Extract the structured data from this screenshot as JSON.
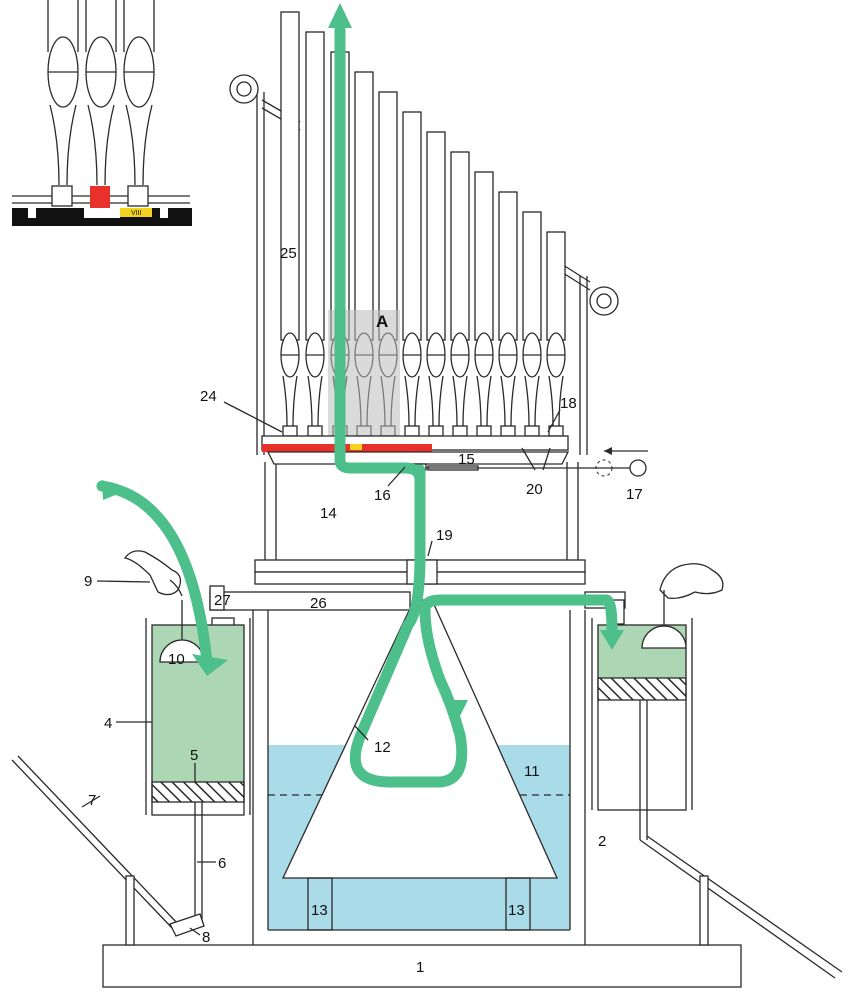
{
  "colors": {
    "air_arrow": "#4dbf8a",
    "water": "#a9dbe8",
    "air_chamber": "#acd6b4",
    "valve_red": "#e8312a",
    "valve_yellow": "#f2d41c",
    "outline": "#2a2a2a",
    "hatch": "#2a2a2a",
    "highlight_box": "#cfcfcf"
  },
  "inset": {
    "label": "VIII"
  },
  "detail_label": "A",
  "labels": {
    "l1": "1",
    "l2": "2",
    "l4": "4",
    "l5": "5",
    "l6": "6",
    "l7": "7",
    "l8": "8",
    "l9": "9",
    "l10": "10",
    "l11": "11",
    "l12": "12",
    "l13a": "13",
    "l13b": "13",
    "l14": "14",
    "l15": "15",
    "l16": "16",
    "l17": "17",
    "l18": "18",
    "l19": "19",
    "l20": "20",
    "l24": "24",
    "l25": "25",
    "l26": "26",
    "l27": "27"
  }
}
